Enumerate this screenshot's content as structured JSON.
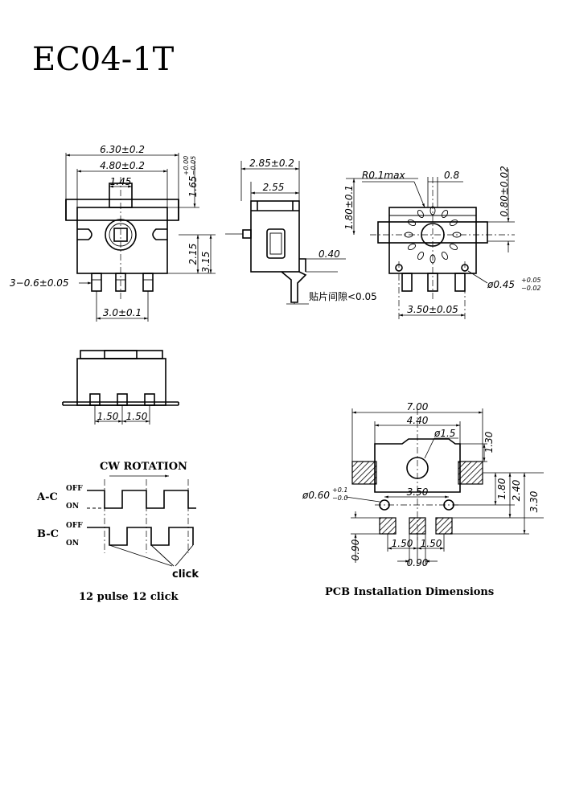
{
  "title": "EC04-1T",
  "front_view": {
    "width_outer": "6.30±0.2",
    "width_inner": "4.80±0.2",
    "shaft_width": "1.45",
    "top_height_main": "1.65",
    "top_height_tol_plus": "+0.00",
    "top_height_tol_minus": "−0.05",
    "height_2": "2.15",
    "height_3": "3.15",
    "pin_width": "3−0.6±0.05",
    "pin_pitch": "3.0±0.1"
  },
  "side_view": {
    "depth_outer": "2.85±0.2",
    "depth_inner": "2.55",
    "terminal_offset": "0.40",
    "note": "贴片间隙<0.05"
  },
  "rear_view": {
    "radius": "R0.1max",
    "slot": "0.8",
    "left_height": "1.80±0.1",
    "right_height": "0.80±0.02",
    "hole_dia_main": "ø0.45",
    "hole_dia_tol_plus": "+0.05",
    "hole_dia_tol_minus": "−0.02",
    "hole_pitch": "3.50±0.05"
  },
  "bottom_view": {
    "pitch_left": "1.50",
    "pitch_right": "1.50"
  },
  "timing": {
    "title": "CW ROTATION",
    "rows": [
      {
        "label": "A-C",
        "off": "OFF",
        "on": "ON"
      },
      {
        "label": "B-C",
        "off": "OFF",
        "on": "ON"
      }
    ],
    "click_label": "click",
    "caption": "12 pulse 12 click"
  },
  "pcb": {
    "width_total": "7.00",
    "width_inner": "4.40",
    "hole_dia": "ø1.5",
    "pad_height": "1.30",
    "hole_small_main": "ø0.60",
    "hole_small_tol_plus": "+0.1",
    "hole_small_tol_minus": "−0.0",
    "hole_pitch": "3.50",
    "dim_v1": "1.80",
    "dim_v2": "2.40",
    "dim_v3": "3.30",
    "pin_pad_height": "0.90",
    "pin_pitch_left": "1.50",
    "pin_pitch_right": "1.50",
    "pin_pad_width": "0.90",
    "caption": "PCB Installation Dimensions"
  }
}
